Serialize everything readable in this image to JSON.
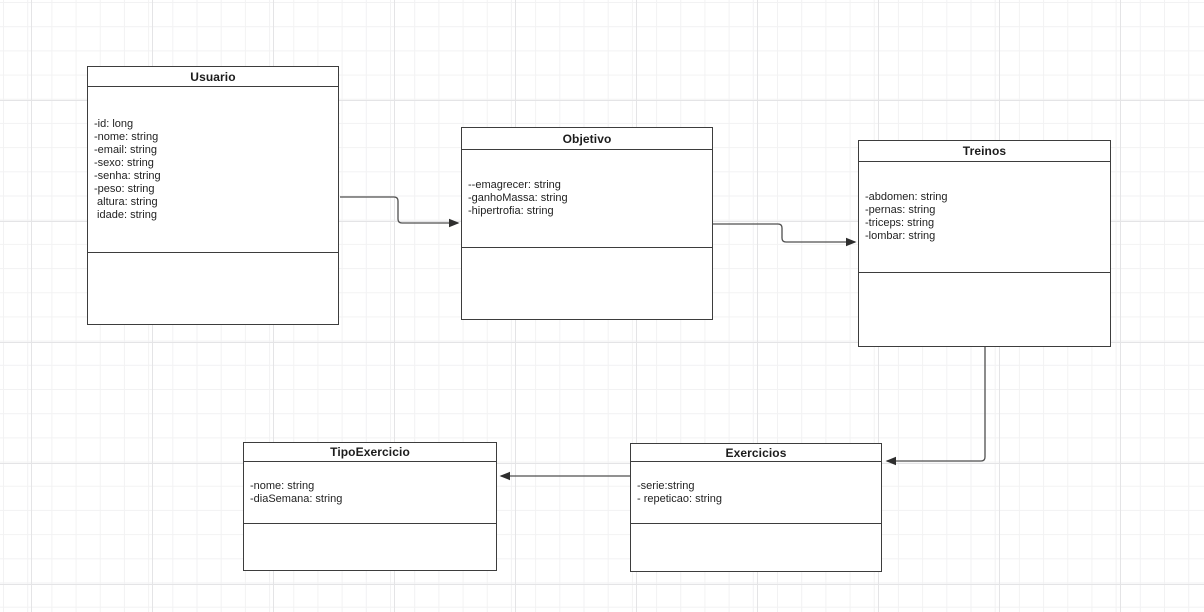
{
  "diagram": {
    "tool": "uml-class-diagram",
    "colors": {
      "canvas_background": "#ffffff",
      "grid_minor": "#f2f2f3",
      "grid_major": "#e4e4e6",
      "box_fill": "#ffffff",
      "box_stroke": "#3d3d3d",
      "connector": "#4f4f4f",
      "text": "#1c1c1c"
    },
    "classes": {
      "usuario": {
        "title": "Usuario",
        "attributes": [
          "-id: long",
          "-nome: string",
          "-email: string",
          "-sexo: string",
          "-senha: string",
          "-peso: string",
          " altura: string",
          " idade: string"
        ]
      },
      "objetivo": {
        "title": "Objetivo",
        "attributes": [
          "--emagrecer: string",
          "-ganhoMassa: string",
          "-hipertrofia: string"
        ]
      },
      "treinos": {
        "title": "Treinos",
        "attributes": [
          "-abdomen: string",
          "-pernas: string",
          "-triceps: string",
          "-lombar: string"
        ]
      },
      "tipoExercicio": {
        "title": "TipoExercicio",
        "attributes": [
          "-nome: string",
          "-diaSemana: string"
        ]
      },
      "exercicios": {
        "title": "Exercicios",
        "attributes": [
          "-serie:string",
          "- repeticao: string"
        ]
      }
    },
    "relationships": [
      {
        "from": "Usuario",
        "to": "Objetivo",
        "arrow": "filled-triangle-right"
      },
      {
        "from": "Objetivo",
        "to": "Treinos",
        "arrow": "filled-triangle-right"
      },
      {
        "from": "Treinos",
        "to": "Exercicios",
        "arrow": "filled-triangle-left"
      },
      {
        "from": "Exercicios",
        "to": "TipoExercicio",
        "arrow": "filled-triangle-left"
      }
    ]
  }
}
